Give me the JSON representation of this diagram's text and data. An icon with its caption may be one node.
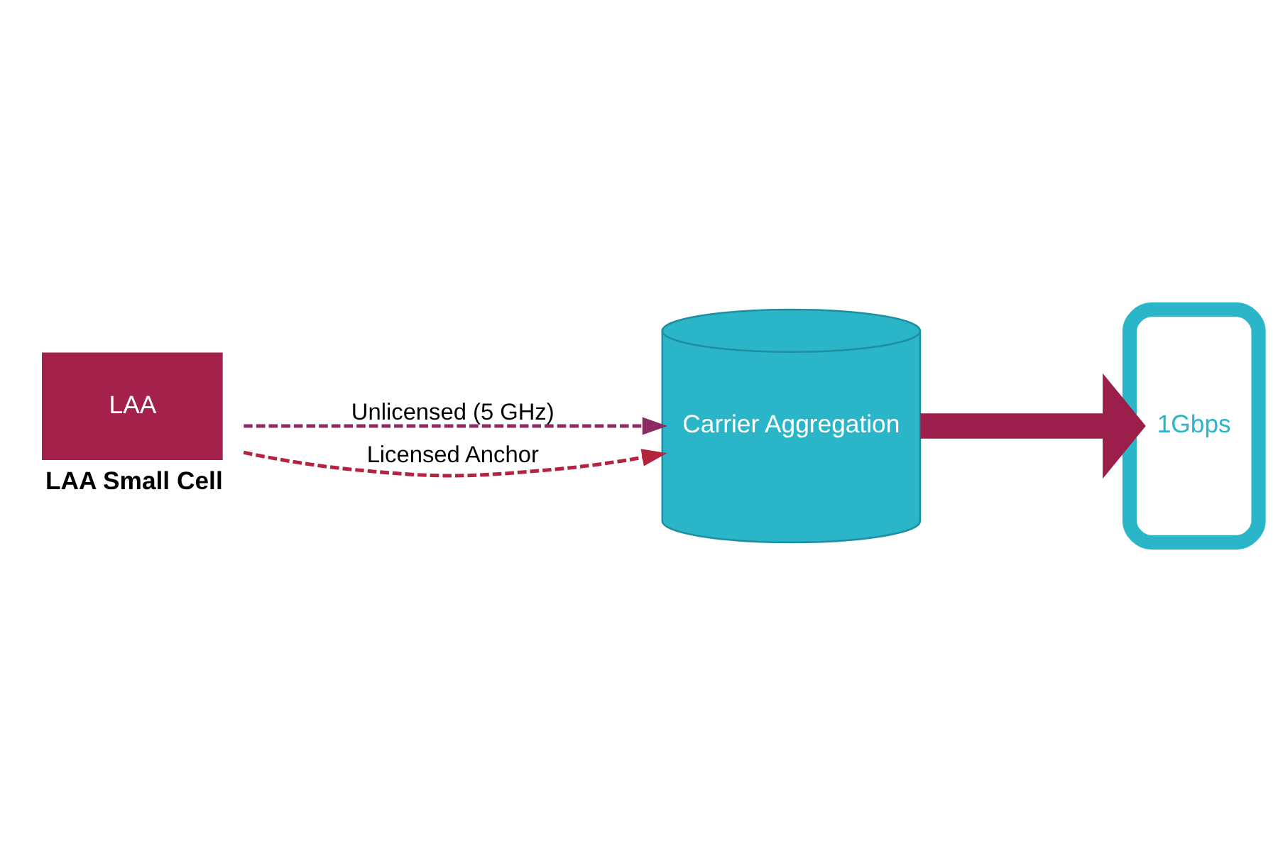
{
  "diagram": {
    "nodes": [
      {
        "text": [
          "LAA"
        ],
        "beside": [
          "LAA Small Cell"
        ]
      },
      {
        "text": [
          "Carrier Aggregation"
        ]
      },
      {
        "text": [
          "1Gbps"
        ]
      }
    ],
    "edges": [
      {
        "from": 0,
        "to": 1,
        "arrow": "to",
        "style": "dashed",
        "label": "Unlicensed (5 GHz)",
        "color": "#8e2a63"
      },
      {
        "from": 0,
        "to": 1,
        "arrow": "to",
        "style": "dashed",
        "label": "Licensed Anchor",
        "color": "#b3243f"
      },
      {
        "from": 1,
        "to": 2,
        "arrow": "to",
        "style": "thick",
        "color": "#9b1f4a"
      }
    ]
  }
}
